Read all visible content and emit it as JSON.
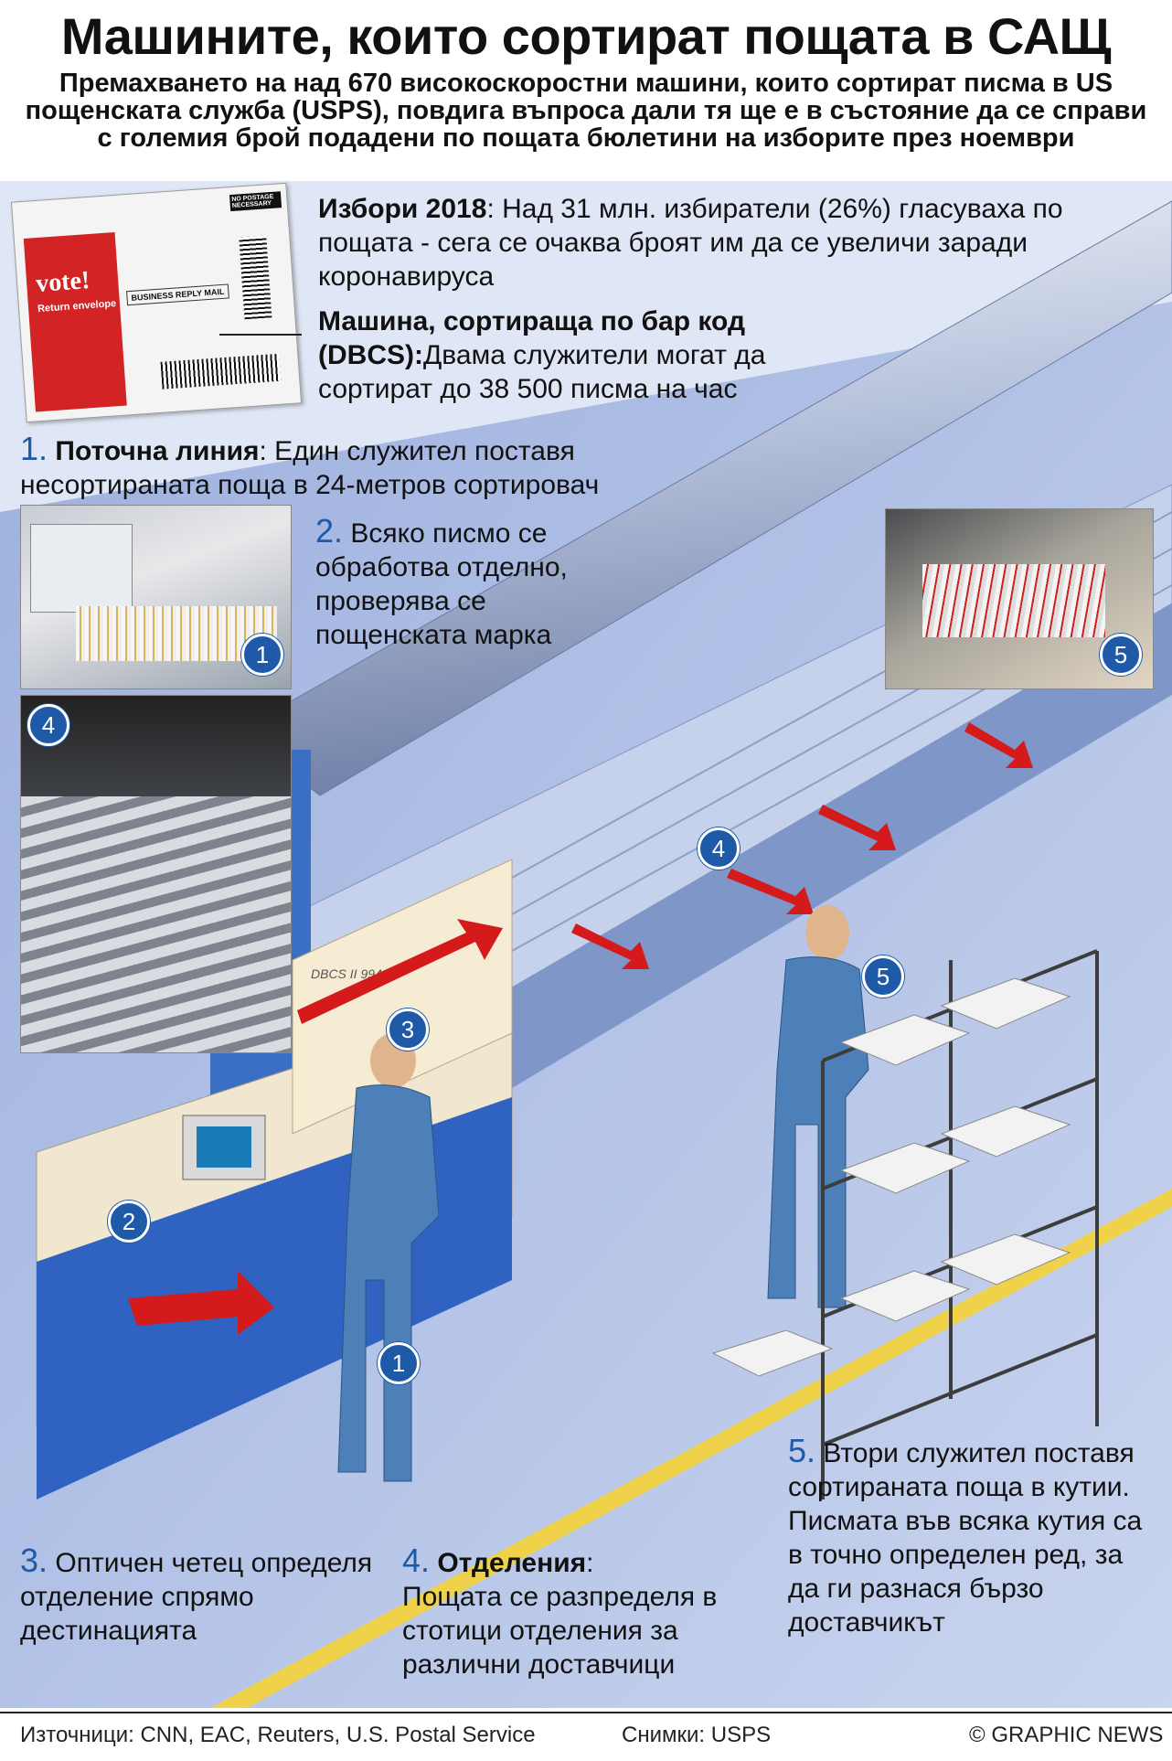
{
  "title": "Машините, които сортират пощата в САЩ",
  "subtitle": "Премахването на над 670 високоскоростни машини, които сортират писма в US пощенската служба (USPS), повдига въпроса дали тя ще е в състояние да се справи с големия брой подадени по пощата бюлетини на изборите през ноември",
  "envelope": {
    "vote_logo": "vote!",
    "return_label": "Return envelope",
    "reply_mail": "BUSINESS REPLY MAIL",
    "no_postage": "NO POSTAGE NECESSARY"
  },
  "elections": {
    "heading": "Избори 2018",
    "text": ": Над 31 млн. избиратели (26%) гласуваха по пощата - сега се очаква броят им да се увеличи заради коронавируса"
  },
  "dbcs": {
    "heading": "Машина, сортираща по бар код (DBCS):",
    "text": "Двама служители могат да сортират до 38 500 писма на час"
  },
  "machine_label": "DBCS II 994",
  "steps": [
    {
      "num": "1.",
      "heading": "Поточна линия",
      "text": ": Един служител поставя несортираната поща в 24-метров сортировач"
    },
    {
      "num": "2.",
      "heading": "",
      "text": "Всяко писмо се обработва отделно, проверява се пощенската марка"
    },
    {
      "num": "3.",
      "heading": "",
      "text": "Оптичен четец определя отделение спрямо дестинацията"
    },
    {
      "num": "4.",
      "heading": "Отделения",
      "text": ":"
    },
    {
      "num": "5.",
      "heading": "",
      "text": "Втори служител поставя сортираната поща в кутии."
    }
  ],
  "step4_body": "Пощата се разпределя в стотици отделения за различни доставчици",
  "step5_body": "Писмата във всяка кутия са в точно определен ред, за да ги разнася бързо доставчикът",
  "badges": [
    "1",
    "2",
    "3",
    "4",
    "5"
  ],
  "footer": {
    "sources": "Източници: CNN, EAC, Reuters, U.S. Postal Service",
    "photos": "Снимки: USPS",
    "credit": "© GRAPHIC NEWS"
  },
  "colors": {
    "accent": "#1e5aa8",
    "arrow": "#d41a1a",
    "duct": "#3a6fc4",
    "floor": "#b7c6e8"
  }
}
